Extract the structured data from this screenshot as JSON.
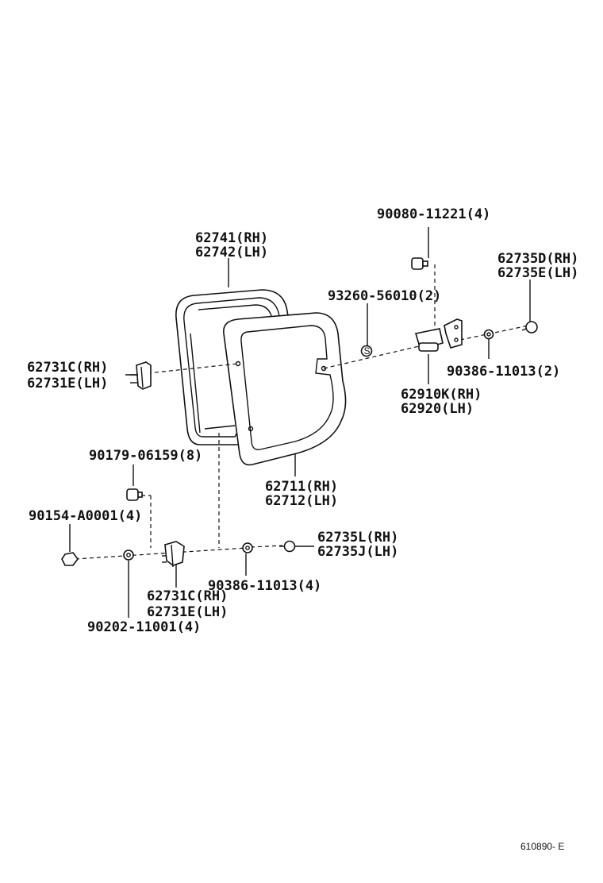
{
  "labels": {
    "p90080": "90080-11221(4)",
    "p62741": "62741(RH)",
    "p62742": "62742(LH)",
    "p62735D": "62735D(RH)",
    "p62735E": "62735E(LH)",
    "p93260": "93260-56010(2)",
    "p62731C_top": "62731C(RH)",
    "p62731E_top": "62731E(LH)",
    "p90386_top": "90386-11013(2)",
    "p62910K": "62910K(RH)",
    "p62920": "62920(LH)",
    "p90179": "90179-06159(8)",
    "p62711": "62711(RH)",
    "p62712": "62712(LH)",
    "p90154": "90154-A0001(4)",
    "p62735L": "62735L(RH)",
    "p62735J": "62735J(LH)",
    "p90386_bottom": "90386-11013(4)",
    "p62731C_bottom": "62731C(RH)",
    "p62731E_bottom": "62731E(LH)",
    "p90202": "90202-11001(4)"
  },
  "figure_ref": "610890- E"
}
